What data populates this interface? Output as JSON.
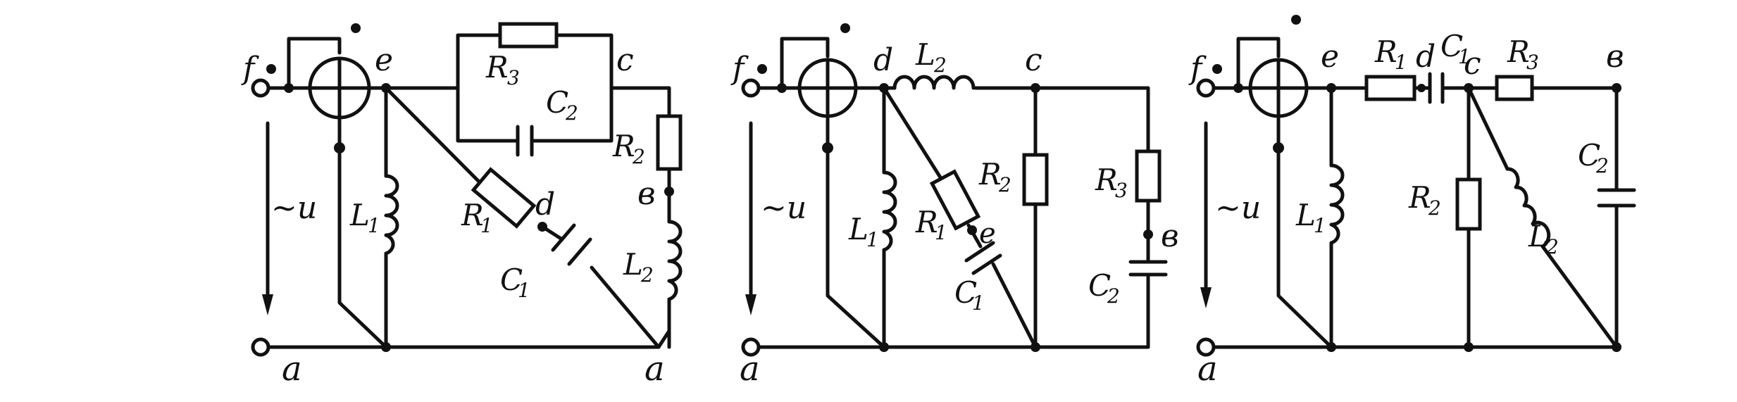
{
  "circuits": [
    {
      "nodes": {
        "f": "f",
        "e": "e",
        "c": "c",
        "b": "в",
        "d": "d",
        "a_left": "a",
        "a_right": "a"
      },
      "components": {
        "R3": "R",
        "R3_sub": "3",
        "C2": "C",
        "C2_sub": "2",
        "R2": "R",
        "R2_sub": "2",
        "L1": "L",
        "L1_sub": "1",
        "R1": "R",
        "R1_sub": "1",
        "C1": "C",
        "C1_sub": "1",
        "L2": "L",
        "L2_sub": "2"
      },
      "source": "~u"
    },
    {
      "nodes": {
        "f": "f",
        "d": "d",
        "c": "c",
        "e": "e",
        "b": "в",
        "a": "a"
      },
      "components": {
        "L2": "L",
        "L2_sub": "2",
        "R2": "R",
        "R2_sub": "2",
        "R3": "R",
        "R3_sub": "3",
        "L1": "L",
        "L1_sub": "1",
        "R1": "R",
        "R1_sub": "1",
        "C1": "C",
        "C1_sub": "1",
        "C2": "C",
        "C2_sub": "2"
      },
      "source": "~u"
    },
    {
      "nodes": {
        "f": "f",
        "e": "e",
        "d": "d",
        "c": "c",
        "b": "в",
        "a": "a"
      },
      "components": {
        "R1": "R",
        "R1_sub": "1",
        "C1": "C",
        "C1_sub": "1",
        "R3": "R",
        "R3_sub": "3",
        "L1": "L",
        "L1_sub": "1",
        "R2": "R",
        "R2_sub": "2",
        "L2": "L",
        "L2_sub": "2",
        "C2": "C",
        "C2_sub": "2"
      },
      "source": "~u"
    }
  ]
}
